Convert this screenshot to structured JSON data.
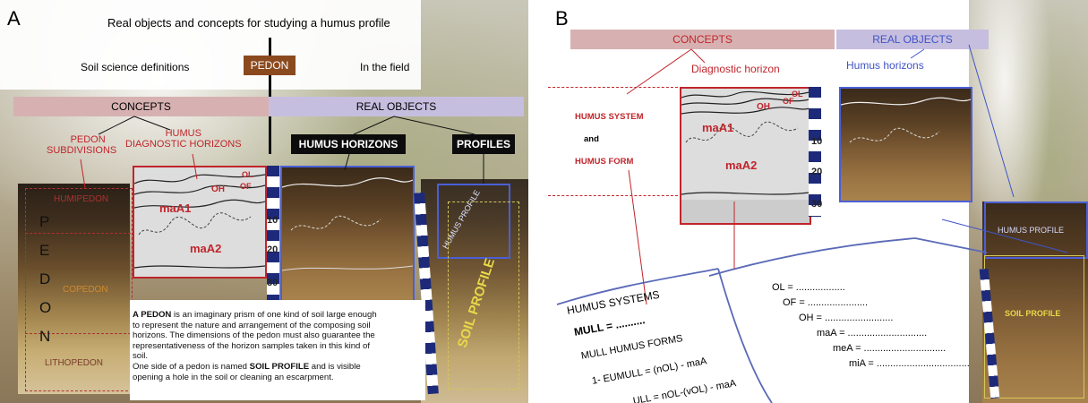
{
  "panelA": {
    "letter": "A",
    "title": "Real objects and concepts for studying a humus profile",
    "definitions": "Soil science definitions",
    "pedon_box": "PEDON",
    "in_field": "In the field",
    "concepts": "CONCEPTS",
    "real_objects": "REAL OBJECTS",
    "pedon_subdivisions_1": "PEDON",
    "pedon_subdivisions_2": "SUBDIVISIONS",
    "humus_diag_1": "HUMUS",
    "humus_diag_2": "DIAGNOSTIC HORIZONS",
    "humus_horizons_box": "HUMUS HORIZONS",
    "profiles_box": "PROFILES",
    "humipedon": "HUMIPEDON",
    "copedon": "COPEDON",
    "lithopedon": "LITHOPEDON",
    "pedon_letters": [
      "P",
      "E",
      "D",
      "O",
      "N"
    ],
    "horizon_ol": "OL",
    "horizon_of": "OF",
    "horizon_oh": "OH",
    "horizon_maA1": "maA1",
    "horizon_maA2": "maA2",
    "ruler_marks": [
      "10",
      "20",
      "30"
    ],
    "humus_profile": "HUMUS PROFILE",
    "soil_profile": "SOIL PROFILE",
    "desc_lead": "A PEDON",
    "desc_1": " is an imaginary prism of one kind of soil large enough",
    "desc_2": "to represent the nature and arrangement of the composing soil",
    "desc_3": "horizons. The dimensions of the pedon must also guarantee the",
    "desc_4": "representativeness of the horizon samples taken in this kind of",
    "desc_5": "soil.",
    "desc_6a": "One side of a pedon is named ",
    "desc_6b": "SOIL PROFILE",
    "desc_6c": " and is visible",
    "desc_7": "opening a hole in the soil or cleaning an escarpment."
  },
  "panelB": {
    "letter": "B",
    "concepts": "CONCEPTS",
    "real_objects": "REAL OBJECTS",
    "diagnostic_horizon": "Diagnostic horizon",
    "humus_horizons": "Humus horizons",
    "humus_system": "HUMUS SYSTEM",
    "and": "and",
    "humus_form": "HUMUS FORM",
    "horizon_ol": "OL",
    "horizon_of": "OF",
    "horizon_oh": "OH",
    "horizon_maA1": "maA1",
    "horizon_maA2": "maA2",
    "ruler_marks": [
      "10",
      "20",
      "30"
    ],
    "humus_profile": "HUMUS PROFILE",
    "soil_profile": "SOIL PROFILE",
    "sheet_humus_systems": "HUMUS   SYSTEMS",
    "sheet_mull": "MULL = ..........",
    "sheet_mull_forms": "MULL HUMUS  FORMS",
    "sheet_eumull": "1- EUMULL = (nOL) - maA",
    "sheet_second": "...ULL  = nOL-(vOL) - maA",
    "field_ol": "OL = ..................",
    "field_of": "OF = ......................",
    "field_oh": "OH = .........................",
    "field_maA": "maA = .............................",
    "field_meA": "meA = ..............................",
    "field_miA": "miA = .................................."
  },
  "colors": {
    "concept_red": "#c0252b",
    "real_blue": "#3f54c6",
    "concepts_bar": "#d7b1b1",
    "real_objects_bar": "#c6bedf",
    "pedon_box": "#8b4a1e"
  }
}
